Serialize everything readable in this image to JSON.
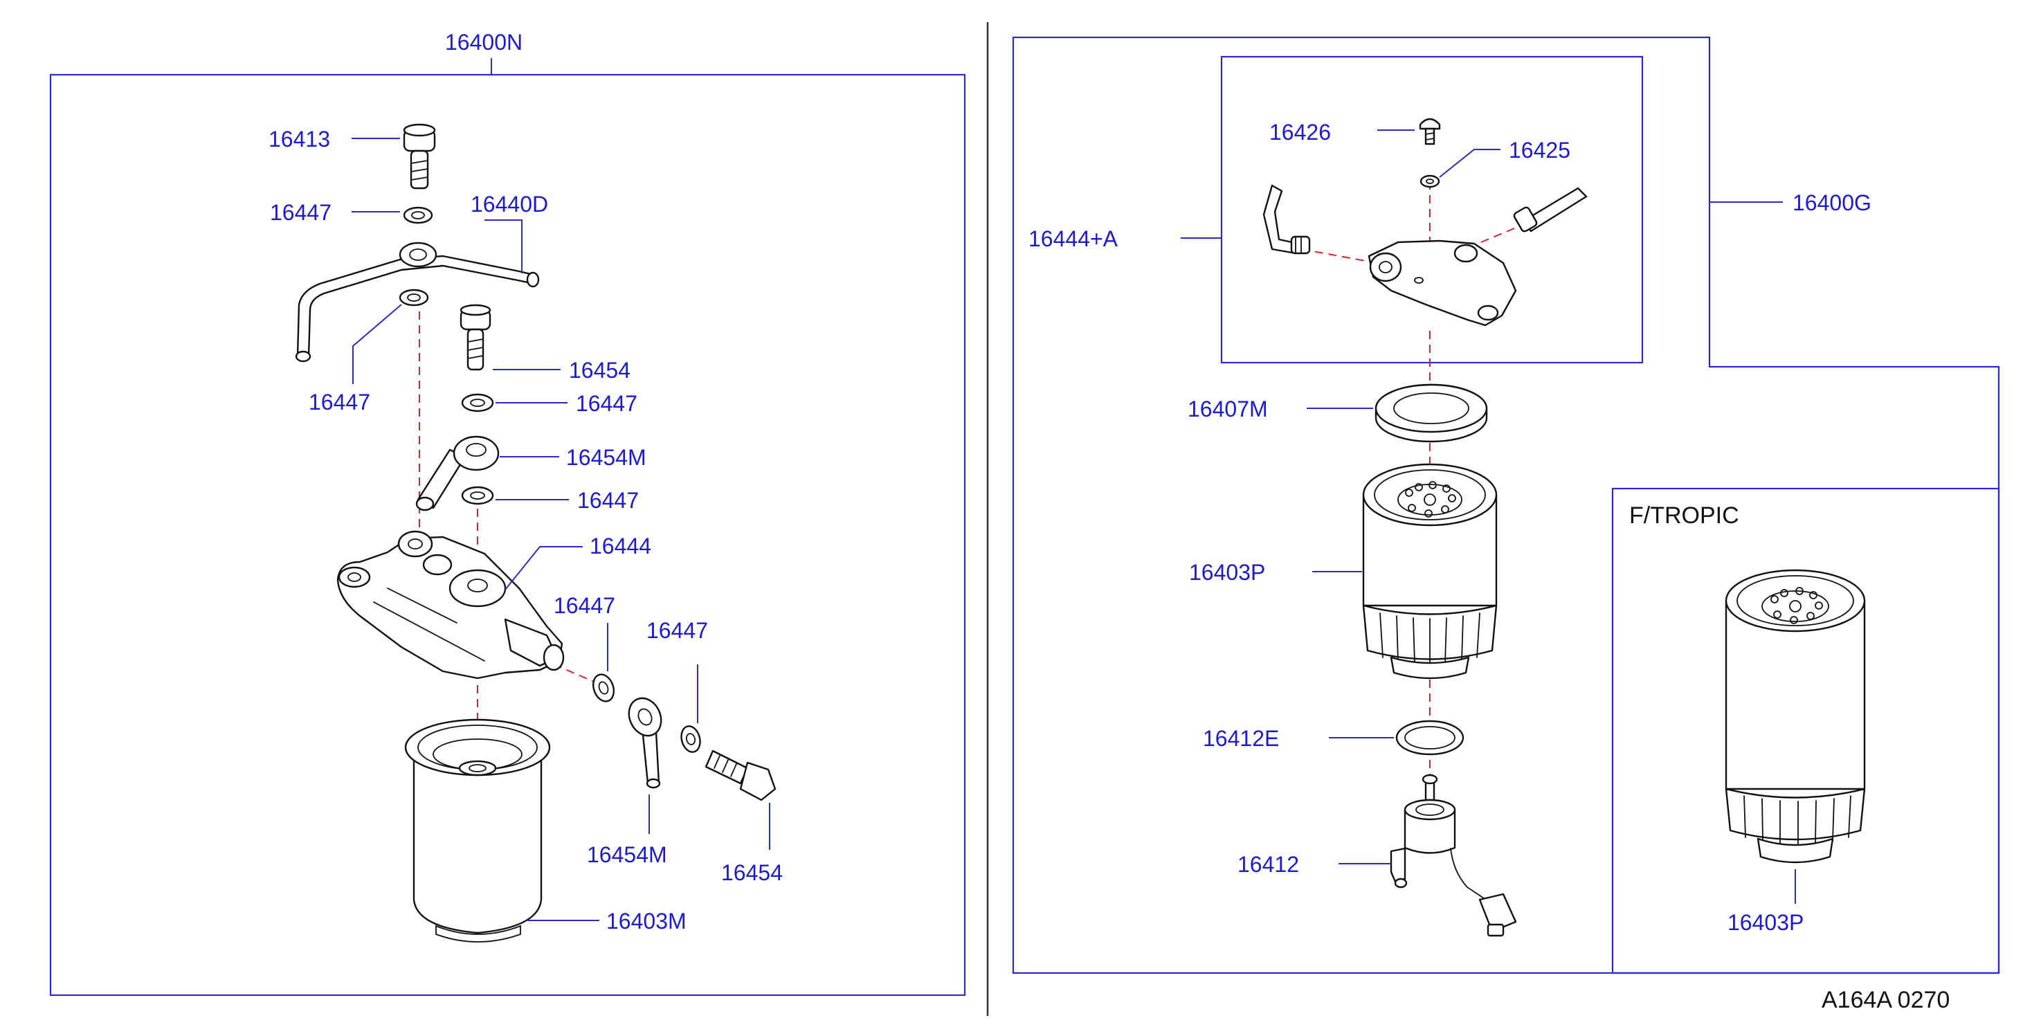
{
  "diagram": {
    "left_panel": {
      "group_label": "16400N",
      "callouts": {
        "banjo_bolt_top": "16413",
        "washer_top": "16447",
        "fuel_pipe": "16440D",
        "washer_lower_left": "16447",
        "banjo_bolt_mid": "16454",
        "washer_mid_1": "16447",
        "banjo_connector_mid": "16454M",
        "washer_mid_2": "16447",
        "filter_head": "16444",
        "washer_right_1": "16447",
        "washer_right_2": "16447",
        "banjo_connector_low": "16454M",
        "banjo_bolt_low": "16454",
        "filter_cartridge": "16403M"
      }
    },
    "right_panel": {
      "group_label": "16400G",
      "callouts": {
        "screw": "16426",
        "washer": "16425",
        "filter_head_assembly": "16444+A",
        "seal_ring": "16407M",
        "filter_cartridge": "16403P",
        "o_ring": "16412E",
        "water_sensor": "16412"
      },
      "variant": {
        "title": "F/TROPIC",
        "filter_cartridge": "16403P"
      }
    },
    "drawing_code": "A164A 0270"
  }
}
